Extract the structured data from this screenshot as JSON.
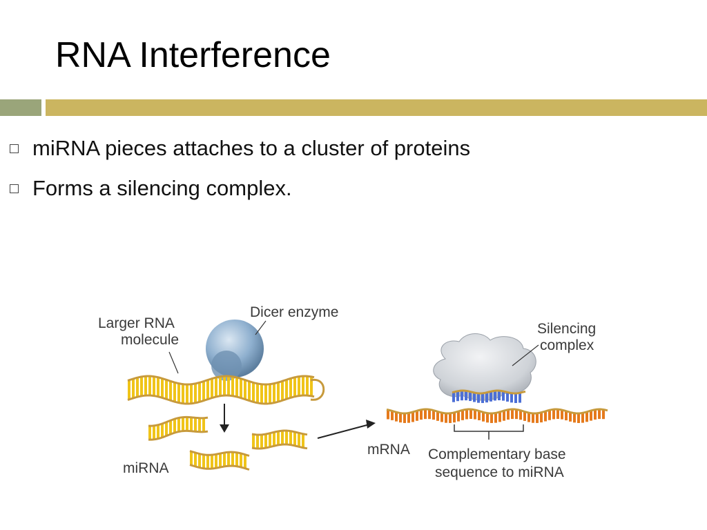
{
  "slide": {
    "title": "RNA Interference",
    "bullets": [
      "miRNA pieces attaches to a cluster of proteins",
      "Forms a silencing complex."
    ]
  },
  "figure": {
    "labels": {
      "larger_rna_line1": "Larger RNA",
      "larger_rna_line2": "molecule",
      "dicer": "Dicer enzyme",
      "silencing_line1": "Silencing",
      "silencing_line2": "complex",
      "mirna": "miRNA",
      "mrna": "mRNA",
      "complementary_line1": "Complementary base",
      "complementary_line2": "sequence to miRNA"
    }
  },
  "colors": {
    "header_bar_left": "#9aa57a",
    "header_bar_right": "#cbb560",
    "rna_backbone": "#c79a3c",
    "dicer": "#8fb0cf",
    "silencing_complex": "#d6d9de"
  }
}
